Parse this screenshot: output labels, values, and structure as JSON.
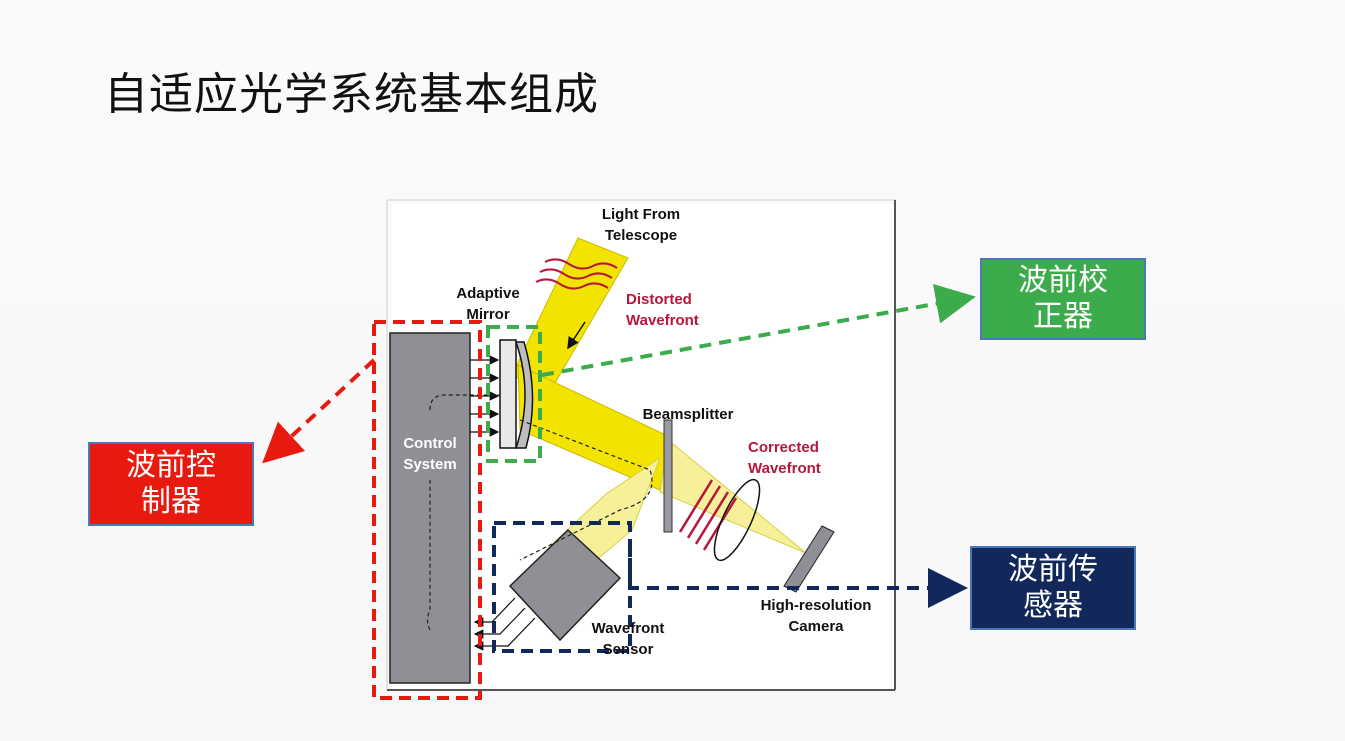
{
  "slide": {
    "title": "自适应光学系统基本组成"
  },
  "diagram": {
    "labels": {
      "light_from": "Light From",
      "telescope": "Telescope",
      "adaptive": "Adaptive",
      "mirror": "Mirror",
      "distorted": "Distorted",
      "wavefront_distorted": "Wavefront",
      "beamsplitter": "Beamsplitter",
      "corrected": "Corrected",
      "wavefront_corrected": "Wavefront",
      "control": "Control",
      "system": "System",
      "high_res": "High-resolution",
      "camera": "Camera",
      "wavefront_sensor_1": "Wavefront",
      "wavefront_sensor_2": "Sensor"
    },
    "colors": {
      "beam": "#f2e400",
      "beam_light": "#f7f09a",
      "distorted_text": "#b8163a",
      "control_box": "#8f8f96",
      "controller_outline": "#e8190e",
      "corrector_outline": "#3bab4b",
      "sensor_outline": "#12285a"
    }
  },
  "callouts": {
    "corrector": {
      "line1": "波前校",
      "line2": "正器"
    },
    "controller": {
      "line1": "波前控",
      "line2": "制器"
    },
    "sensor": {
      "line1": "波前传",
      "line2": "感器"
    }
  }
}
